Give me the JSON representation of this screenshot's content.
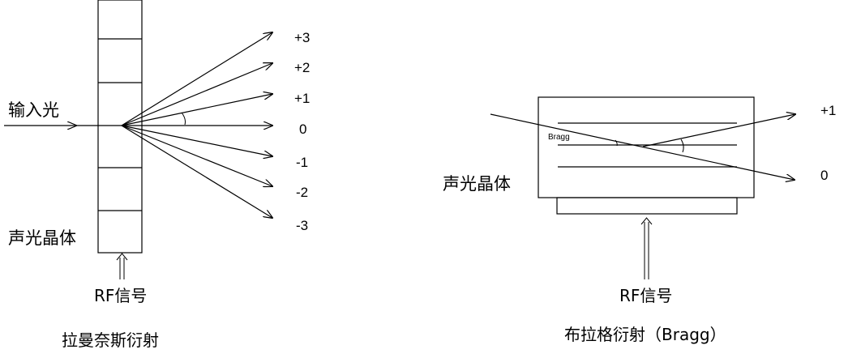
{
  "raman_nath": {
    "input_label": "输入光",
    "crystal_label": "声光晶体",
    "rf_label": "RF信号",
    "caption": "拉曼奈斯衍射",
    "orders": [
      "+3",
      "+2",
      "+1",
      "0",
      "-1",
      "-2",
      "-3"
    ]
  },
  "bragg": {
    "crystal_label": "声光晶体",
    "rf_label": "RF信号",
    "angle_label": "Bragg",
    "caption": "布拉格衍射（Bragg）",
    "orders": [
      "+1",
      "0"
    ]
  },
  "colors": {
    "stroke": "#000000",
    "text": "#000000"
  }
}
